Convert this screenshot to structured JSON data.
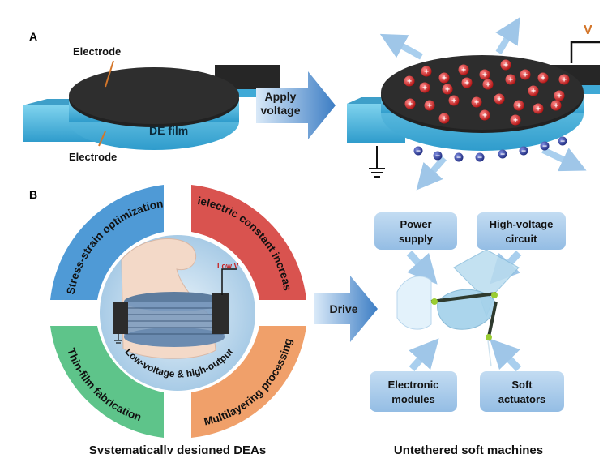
{
  "panel_a": {
    "letter": "A",
    "top_electrode_label": "Electrode",
    "bottom_electrode_label": "Electrode",
    "film_label": "DE film",
    "arrow_label_line1": "Apply",
    "arrow_label_line2": "voltage",
    "voltage_symbol": "V",
    "charge_plus": "+",
    "charge_minus": "−"
  },
  "panel_b": {
    "letter": "B",
    "quadrant_top_left": "Stress-strain optimization",
    "quadrant_top_right": "Dielectric constant increase",
    "quadrant_bottom_left": "Thin-film fabrication",
    "quadrant_bottom_right": "Multilayering processing",
    "center_caption": "Low-voltage & high-output",
    "center_voltage_label": "Low V",
    "drive_label": "Drive",
    "left_caption": "Systematically designed DEAs",
    "right_caption": "Untethered soft machines",
    "boxes": {
      "power_line1": "Power",
      "power_line2": "supply",
      "hv_line1": "High-voltage",
      "hv_line2": "circuit",
      "elec_line1": "Electronic",
      "elec_line2": "modules",
      "soft_line1": "Soft",
      "soft_line2": "actuators"
    }
  },
  "colors": {
    "quadrant_blue": "#4f9ad6",
    "quadrant_red": "#d9534f",
    "quadrant_green": "#5ec48a",
    "quadrant_orange": "#f0a06a",
    "film_cyan": "#4fb8da",
    "electrode_dark": "#262626",
    "arrow_blue": "#3d7fc6",
    "box_blue": "#a7cbea",
    "charge_red": "#c91d1d",
    "charge_blue": "#2e3c9b"
  }
}
